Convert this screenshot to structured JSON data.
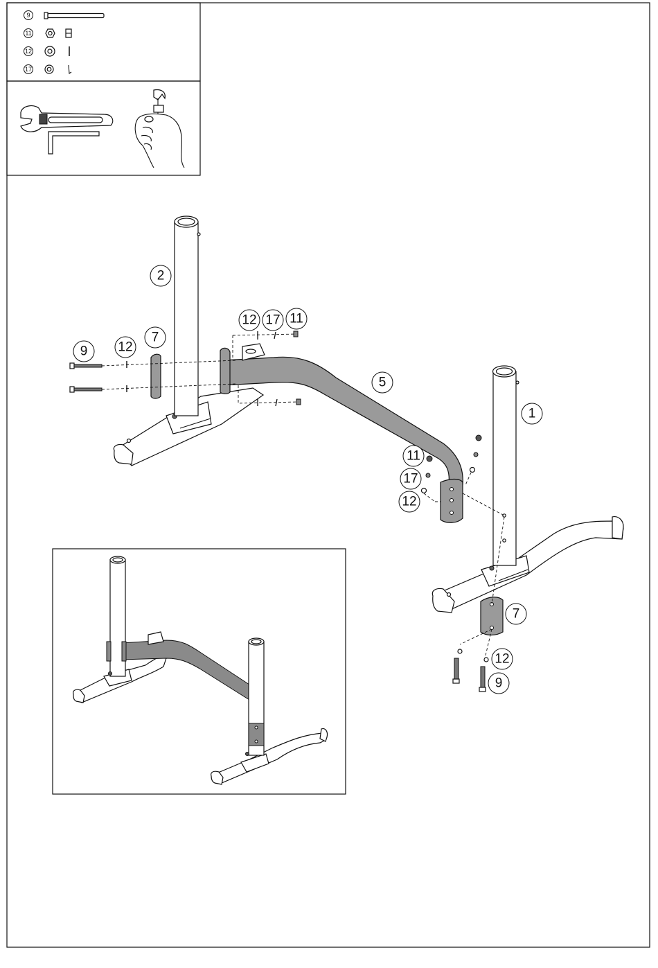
{
  "parts_legend": [
    {
      "id": "9"
    },
    {
      "id": "11"
    },
    {
      "id": "12"
    },
    {
      "id": "17"
    }
  ],
  "tools": [
    "wrench-icon",
    "hex-key-icon",
    "hand-tighten-icon"
  ],
  "callouts": {
    "c2": "2",
    "c9": "9",
    "c12a": "12",
    "c7a": "7",
    "c12b": "12",
    "c17a": "17",
    "c11a": "11",
    "c5": "5",
    "c1": "1",
    "c11b": "11",
    "c17b": "17",
    "c12c": "12",
    "c7b": "7",
    "c12d": "12",
    "c9b": "9"
  },
  "colors": {
    "frame_fill": "#ffffff",
    "bracket_fill": "#9a9a9a",
    "line": "#111111"
  }
}
